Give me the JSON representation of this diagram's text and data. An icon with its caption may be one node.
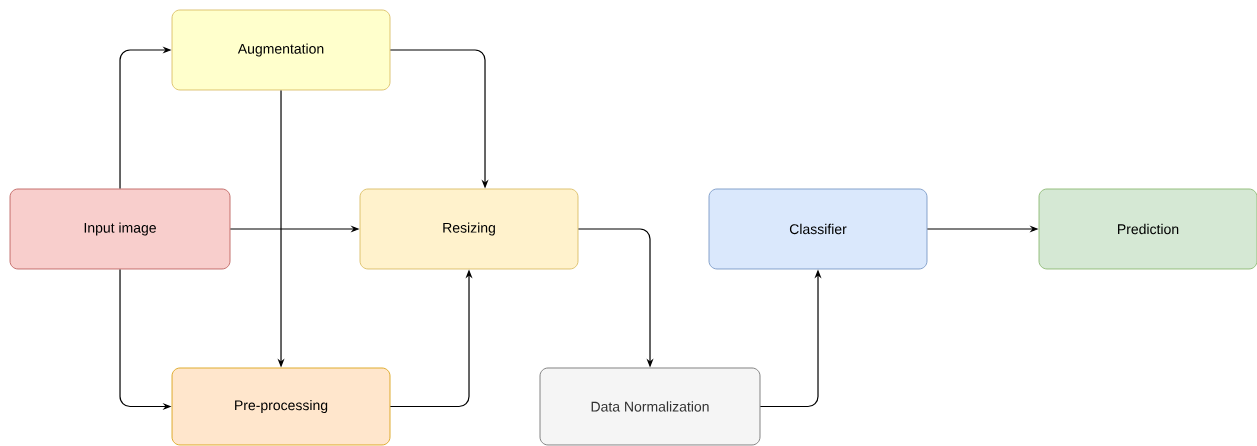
{
  "diagram": {
    "nodes": [
      {
        "text": [
          "Input image"
        ]
      },
      {
        "text": [
          "Augmentation"
        ]
      },
      {
        "text": [
          "Resizing"
        ]
      },
      {
        "text": [
          "Pre-processing"
        ]
      },
      {
        "text": [
          "Data Normalization"
        ]
      },
      {
        "text": [
          "Classifier"
        ]
      },
      {
        "text": [
          "Prediction"
        ]
      }
    ],
    "edges": [
      {
        "from": 0,
        "to": 1,
        "arrow": "to"
      },
      {
        "from": 0,
        "to": 3,
        "arrow": "to"
      },
      {
        "from": 0,
        "to": 2,
        "arrow": "to"
      },
      {
        "from": 1,
        "to": 3,
        "arrow": "to"
      },
      {
        "from": 1,
        "to": 2,
        "arrow": "to"
      },
      {
        "from": 3,
        "to": 2,
        "arrow": "to"
      },
      {
        "from": 2,
        "to": 4,
        "arrow": "to"
      },
      {
        "from": 4,
        "to": 5,
        "arrow": "to"
      },
      {
        "from": 5,
        "to": 6,
        "arrow": "to"
      }
    ]
  }
}
